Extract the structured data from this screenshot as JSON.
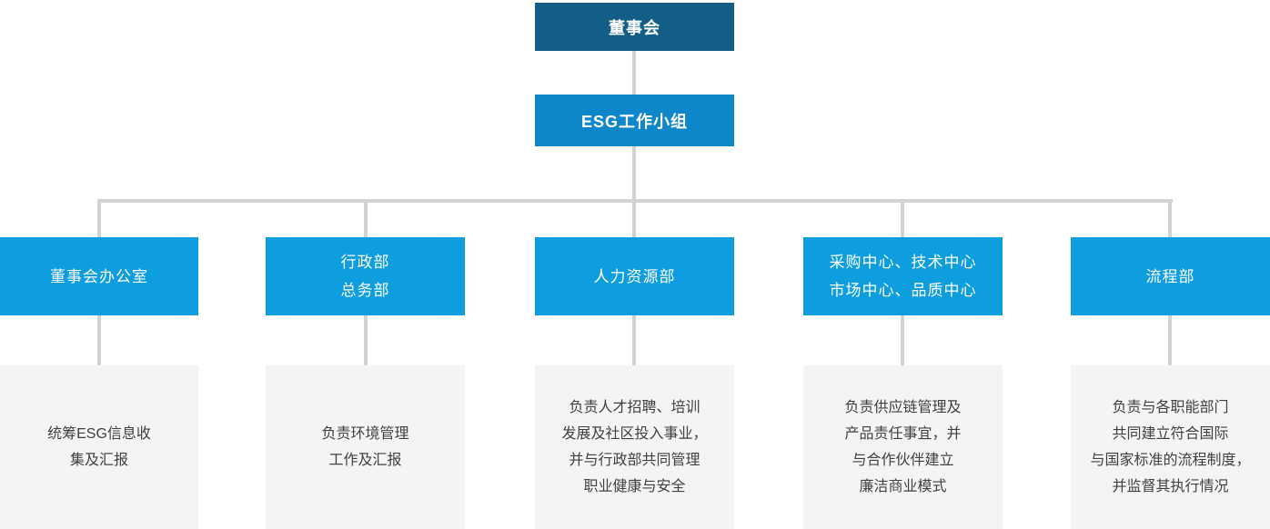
{
  "chart": {
    "type": "org-chart",
    "root": {
      "label": "董事会"
    },
    "team": {
      "label": "ESG工作小组"
    },
    "branches": [
      {
        "dept": [
          "董事会办公室"
        ],
        "desc": [
          "统筹ESG信息收",
          "集及汇报"
        ]
      },
      {
        "dept": [
          "行政部",
          "总务部"
        ],
        "desc": [
          "负责环境管理",
          "工作及汇报"
        ]
      },
      {
        "dept": [
          "人力资源部"
        ],
        "desc": [
          "负责人才招聘、培训",
          "发展及社区投入事业，",
          "并与行政部共同管理",
          "职业健康与安全"
        ]
      },
      {
        "dept": [
          "采购中心、技术中心",
          "市场中心、品质中心"
        ],
        "desc": [
          "负责供应链管理及",
          "产品责任事宜，并",
          "与合作伙伴建立",
          "廉洁商业模式"
        ]
      },
      {
        "dept": [
          "流程部"
        ],
        "desc": [
          "负责与各职能部门",
          "共同建立符合国际",
          "与国家标准的流程制度，",
          "并监督其执行情况"
        ]
      }
    ],
    "colors": {
      "root_bg": "#135e86",
      "team_bg": "#0d87c9",
      "branch_bg": "#0e9ddf",
      "desc_bg": "#f4f4f4",
      "connector": "#d2d2d2",
      "node_text": "#ffffff",
      "desc_text": "#404040"
    }
  }
}
